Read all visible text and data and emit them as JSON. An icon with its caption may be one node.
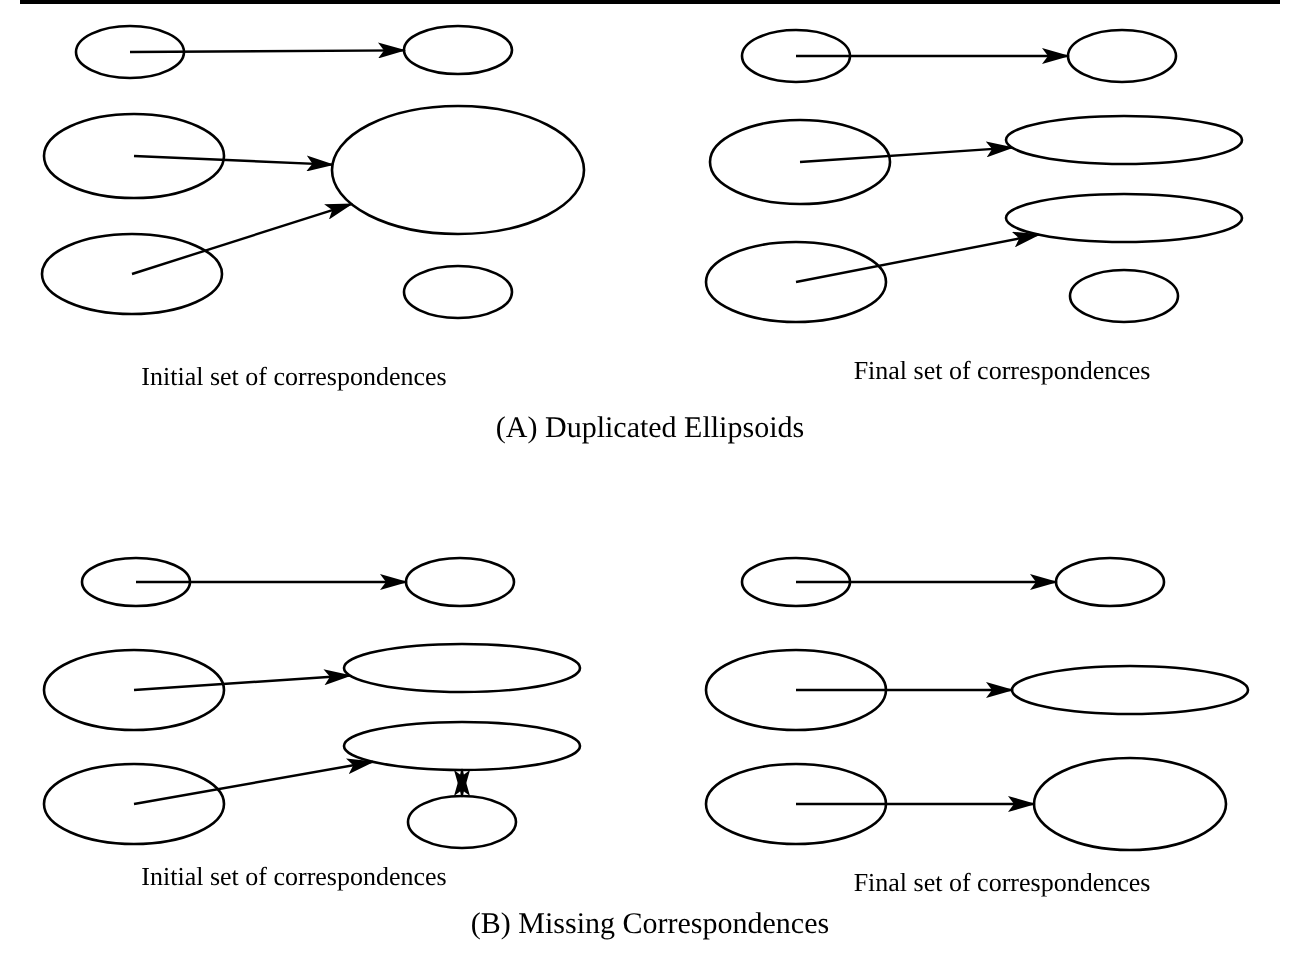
{
  "diagram": {
    "nodes": [
      {
        "text": [],
        "shape": "ellipse"
      },
      {
        "text": [],
        "shape": "ellipse"
      },
      {
        "text": [],
        "shape": "ellipse"
      },
      {
        "text": [],
        "shape": "ellipse"
      },
      {
        "text": [],
        "shape": "ellipse"
      },
      {
        "text": [],
        "shape": "ellipse"
      },
      {
        "text": [],
        "shape": "ellipse"
      },
      {
        "text": [],
        "shape": "ellipse"
      },
      {
        "text": [],
        "shape": "ellipse"
      },
      {
        "text": [],
        "shape": "ellipse"
      },
      {
        "text": [],
        "shape": "ellipse"
      },
      {
        "text": [],
        "shape": "ellipse"
      },
      {
        "text": [],
        "shape": "ellipse"
      },
      {
        "text": [],
        "shape": "ellipse"
      },
      {
        "text": [],
        "shape": "ellipse"
      },
      {
        "text": [],
        "shape": "ellipse"
      },
      {
        "text": [],
        "shape": "ellipse"
      },
      {
        "text": [],
        "shape": "ellipse"
      },
      {
        "text": [],
        "shape": "ellipse"
      },
      {
        "text": [],
        "shape": "ellipse"
      },
      {
        "text": [],
        "shape": "ellipse"
      },
      {
        "text": [],
        "shape": "ellipse"
      },
      {
        "text": [],
        "shape": "ellipse"
      },
      {
        "text": [],
        "shape": "ellipse"
      },
      {
        "text": [],
        "shape": "ellipse"
      },
      {
        "text": [],
        "shape": "ellipse"
      }
    ],
    "edges": [
      {
        "from": 0,
        "to": 1,
        "arrow": "to"
      },
      {
        "from": 2,
        "to": 3,
        "arrow": "to"
      },
      {
        "from": 4,
        "to": 3,
        "arrow": "to"
      },
      {
        "from": 6,
        "to": 7,
        "arrow": "to"
      },
      {
        "from": 8,
        "to": 9,
        "arrow": "to"
      },
      {
        "from": 10,
        "to": 11,
        "arrow": "to"
      },
      {
        "from": 13,
        "to": 14,
        "arrow": "to"
      },
      {
        "from": 15,
        "to": 16,
        "arrow": "to"
      },
      {
        "from": 17,
        "to": 18,
        "arrow": "to"
      },
      {
        "from": 18,
        "to": 19,
        "arrow": "both"
      },
      {
        "from": 20,
        "to": 21,
        "arrow": "to"
      },
      {
        "from": 22,
        "to": 23,
        "arrow": "to"
      },
      {
        "from": 24,
        "to": 25,
        "arrow": "to"
      }
    ],
    "labels": [
      "Initial set of correspondences",
      "Final set of correspondences",
      "(A) Duplicated Ellipsoids",
      "Initial set of correspondences",
      "Final set of correspondences",
      "(B) Missing Correspondences"
    ]
  }
}
